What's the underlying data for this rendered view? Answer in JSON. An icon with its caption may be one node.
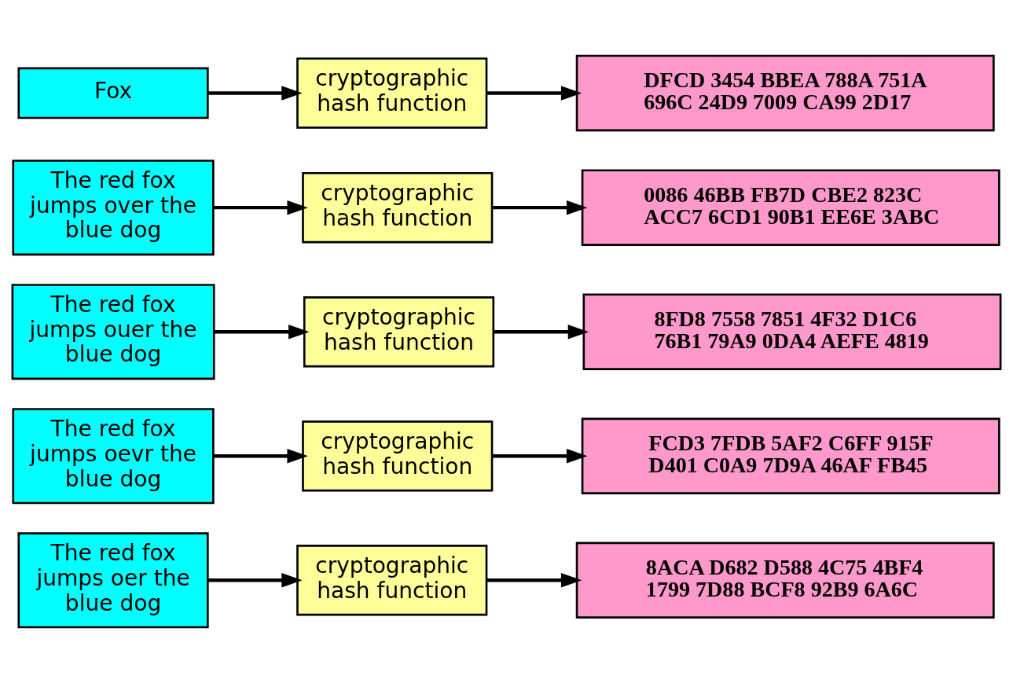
{
  "diagram": {
    "nodes": [
      {
        "text": [
          "Fox"
        ]
      },
      {
        "text": [
          "cryptographic hash function"
        ]
      },
      {
        "text": [
          "DFCD 3454 BBEA 788A 751A 696C 24D9 7009 CA99 2D17"
        ]
      },
      {
        "text": [
          "The red fox jumps over the blue dog"
        ]
      },
      {
        "text": [
          "cryptographic hash function"
        ]
      },
      {
        "text": [
          "0086 46BB FB7D CBE2 823C ACC7 6CD1 90B1 EE6E 3ABC"
        ]
      },
      {
        "text": [
          "The red fox jumps ouer the blue dog"
        ]
      },
      {
        "text": [
          "cryptographic hash function"
        ]
      },
      {
        "text": [
          "8FD8 7558 7851 4F32 D1C6 76B1 79A9 0DA4 AEFE 4819"
        ]
      },
      {
        "text": [
          "The red fox jumps oevr the blue dog"
        ]
      },
      {
        "text": [
          "cryptographic hash function"
        ]
      },
      {
        "text": [
          "FCD3 7FDB 5AF2 C6FF 915F D401 C0A9 7D9A 46AF FB45"
        ]
      },
      {
        "text": [
          "The red fox jumps oer the blue dog"
        ]
      },
      {
        "text": [
          "cryptographic hash function"
        ]
      },
      {
        "text": [
          "8ACA D682 D588 4C75 4BF4 1799 7D88 BCF8 92B9 6A6C"
        ]
      }
    ],
    "edges": [
      {
        "from": 0,
        "to": 1,
        "arrow": "to"
      },
      {
        "from": 1,
        "to": 2,
        "arrow": "to"
      },
      {
        "from": 3,
        "to": 4,
        "arrow": "to"
      },
      {
        "from": 4,
        "to": 5,
        "arrow": "to"
      },
      {
        "from": 6,
        "to": 7,
        "arrow": "to"
      },
      {
        "from": 7,
        "to": 8,
        "arrow": "to"
      },
      {
        "from": 9,
        "to": 10,
        "arrow": "to"
      },
      {
        "from": 10,
        "to": 11,
        "arrow": "to"
      },
      {
        "from": 12,
        "to": 13,
        "arrow": "to"
      },
      {
        "from": 13,
        "to": 14,
        "arrow": "to"
      }
    ]
  }
}
